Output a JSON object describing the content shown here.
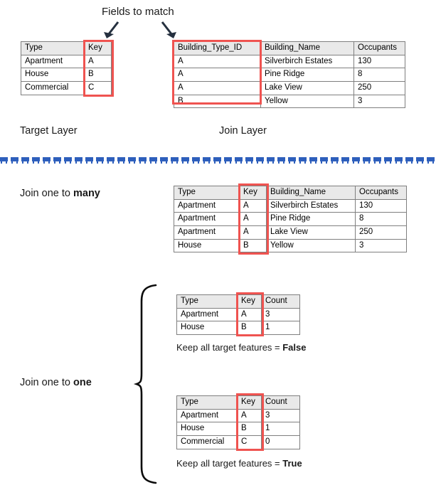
{
  "diagram": {
    "title_annotation": "Fields to match",
    "accent_red": "#ef5350",
    "header_gray": "#e9e9e9",
    "divider_blue": "#2e5fbc",
    "arrow_color": "#25303f"
  },
  "labels": {
    "target_layer": "Target Layer",
    "join_layer": "Join Layer",
    "join_one_to_many_prefix": "Join one to ",
    "join_one_to_many_strong": "many",
    "join_one_to_one_prefix": "Join one to ",
    "join_one_to_one_strong": "one",
    "keep_false_prefix": "Keep all target features = ",
    "keep_false_strong": "False",
    "keep_true_prefix": "Keep all target features = ",
    "keep_true_strong": "True"
  },
  "target_table": {
    "headers": [
      "Type",
      "Key"
    ],
    "rows": [
      [
        "Apartment",
        "A"
      ],
      [
        "House",
        "B"
      ],
      [
        "Commercial",
        "C"
      ]
    ]
  },
  "join_table": {
    "headers": [
      "Building_Type_ID",
      "Building_Name",
      "Occupants"
    ],
    "rows": [
      [
        "A",
        "Silverbirch Estates",
        "130"
      ],
      [
        "A",
        "Pine Ridge",
        "8"
      ],
      [
        "A",
        "Lake View",
        "250"
      ],
      [
        "B",
        "Yellow",
        "3"
      ]
    ]
  },
  "one_to_many_table": {
    "headers": [
      "Type",
      "Key",
      "Building_Name",
      "Occupants"
    ],
    "rows": [
      [
        "Apartment",
        "A",
        "Silverbirch Estates",
        "130"
      ],
      [
        "Apartment",
        "A",
        "Pine Ridge",
        "8"
      ],
      [
        "Apartment",
        "A",
        "Lake View",
        "250"
      ],
      [
        "House",
        "B",
        "Yellow",
        "3"
      ]
    ]
  },
  "one_to_one_false_table": {
    "headers": [
      "Type",
      "Key",
      "Count"
    ],
    "rows": [
      [
        "Apartment",
        "A",
        "3"
      ],
      [
        "House",
        "B",
        "1"
      ]
    ]
  },
  "one_to_one_true_table": {
    "headers": [
      "Type",
      "Key",
      "Count"
    ],
    "rows": [
      [
        "Apartment",
        "A",
        "3"
      ],
      [
        "House",
        "B",
        "1"
      ],
      [
        "Commercial",
        "C",
        "0"
      ]
    ]
  }
}
